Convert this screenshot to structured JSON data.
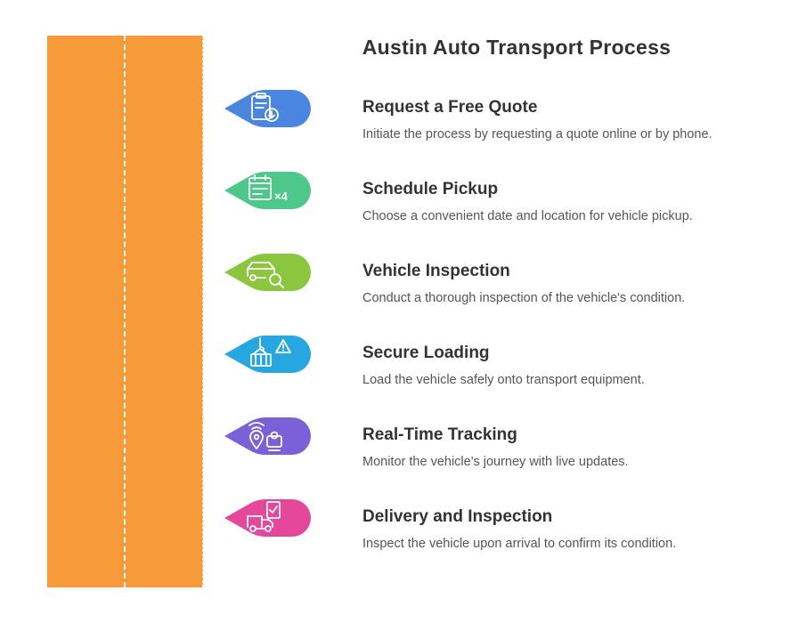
{
  "title": "Austin Auto Transport Process",
  "colors": {
    "road": "#f79a3a",
    "text_dark": "#333333",
    "text_body": "#555555"
  },
  "steps": [
    {
      "title": "Request a Free Quote",
      "description": "Initiate the process by requesting a quote online or by phone.",
      "color": "#4a86e0",
      "icon": "clipboard-download-icon"
    },
    {
      "title": "Schedule Pickup",
      "description": "Choose a convenient date and location for vehicle pickup.",
      "color": "#4dc78a",
      "icon": "calendar-icon"
    },
    {
      "title": "Vehicle Inspection",
      "description": "Conduct a thorough inspection of the vehicle's condition.",
      "color": "#8cc63f",
      "icon": "car-magnifier-icon"
    },
    {
      "title": "Secure Loading",
      "description": "Load the vehicle safely onto transport equipment.",
      "color": "#26a7df",
      "icon": "crane-warning-icon"
    },
    {
      "title": "Real-Time Tracking",
      "description": "Monitor the vehicle's journey with live updates.",
      "color": "#7b61d8",
      "icon": "location-tracking-icon"
    },
    {
      "title": "Delivery and Inspection",
      "description": "Inspect the vehicle upon arrival to confirm its condition.",
      "color": "#e5479a",
      "icon": "truck-checklist-icon"
    }
  ]
}
